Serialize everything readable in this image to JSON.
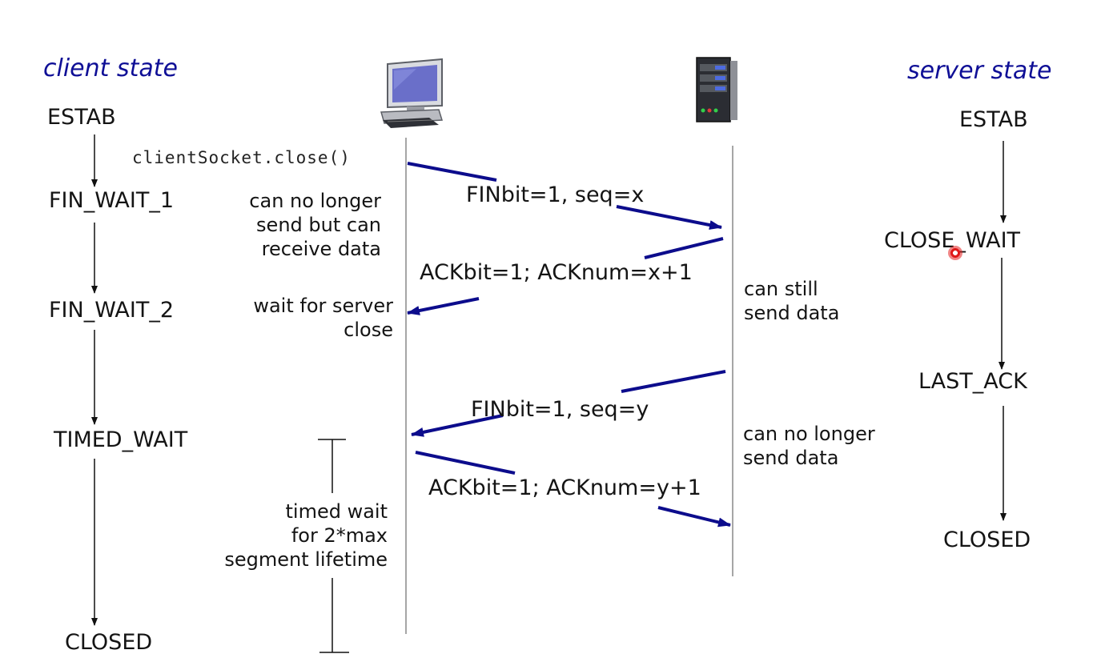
{
  "headers": {
    "client": "client state",
    "server": "server state"
  },
  "client_states": [
    "ESTAB",
    "FIN_WAIT_1",
    "FIN_WAIT_2",
    "TIMED_WAIT",
    "CLOSED"
  ],
  "server_states": [
    "ESTAB",
    "CLOSE_WAIT",
    "LAST_ACK",
    "CLOSED"
  ],
  "client_call": "clientSocket.close()",
  "messages": [
    "FINbit=1, seq=x",
    "ACKbit=1; ACKnum=x+1",
    "FINbit=1, seq=y",
    "ACKbit=1; ACKnum=y+1"
  ],
  "client_notes": {
    "fin_wait_1": [
      "can no longer",
      "send but can",
      "receive data"
    ],
    "fin_wait_2": [
      "wait for server",
      "close"
    ],
    "timed_wait": [
      "timed wait",
      "for 2*max",
      "segment lifetime"
    ]
  },
  "server_notes": {
    "close_wait": [
      "can still",
      "send data"
    ],
    "last_ack": [
      "can no longer",
      "send data"
    ]
  },
  "colors": {
    "arrow": "#0c0c8c",
    "header": "#0f0f96",
    "cursor": "#e01818"
  },
  "icons": {
    "client": "desktop-computer-icon",
    "server": "server-tower-icon"
  }
}
